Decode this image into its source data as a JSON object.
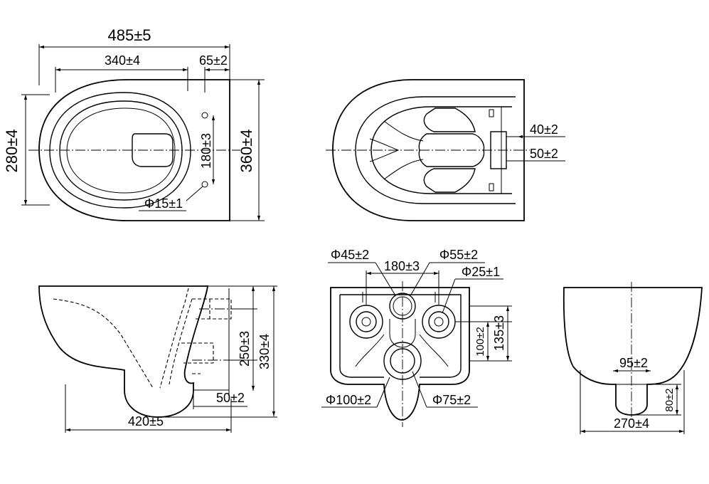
{
  "top_view": {
    "overall_width": "485±5",
    "bowl_opening": "340±4",
    "rear_offset": "65±2",
    "bowl_depth": "280±4",
    "overall_depth": "360±4",
    "bolt_spacing": "180±3",
    "bolt_hole": "Φ15±1"
  },
  "bottom_view": {
    "offset_a": "40±2",
    "offset_b": "50±2"
  },
  "side_view": {
    "height_inlet": "250±3",
    "overall_height": "330±4",
    "outlet_projection": "50±2",
    "length": "420±5"
  },
  "rear_view": {
    "inlet_dia": "Φ45±2",
    "spud_dia": "Φ55±2",
    "fix_spacing": "180±3",
    "fix_hole": "Φ25±1",
    "height_a": "100±2",
    "height_b": "135±3",
    "outlet_outer": "Φ100±2",
    "outlet_inner": "Φ75±2"
  },
  "front_view": {
    "outlet_width": "95±2",
    "outlet_height": "80±2",
    "width": "270±4"
  }
}
